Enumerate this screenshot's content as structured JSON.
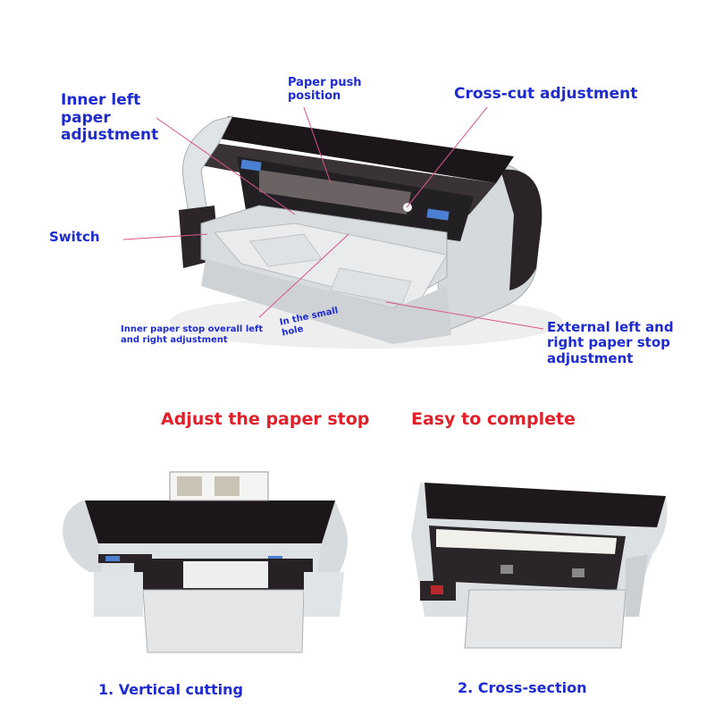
{
  "top_diagram": {
    "labels": {
      "inner_left": "Inner left paper adjustment",
      "paper_push": "Paper push position",
      "cross_cut": "Cross-cut adjustment",
      "switch": "Switch",
      "inner_stop": "Inner paper stop overall left and right adjustment",
      "small_hole": "In the small hole",
      "external_stop": "External left and right paper stop adjustment"
    }
  },
  "headings": {
    "left": "Adjust the paper stop",
    "right": "Easy to complete"
  },
  "captions": {
    "left": "1. Vertical cutting",
    "right": "2. Cross-section"
  },
  "colors": {
    "label_blue": "#1e2bd0",
    "heading_red": "#e0212b",
    "leader_pink": "#d9558f",
    "machine_body": "#dfe2e4",
    "machine_dark": "#1a1518"
  }
}
